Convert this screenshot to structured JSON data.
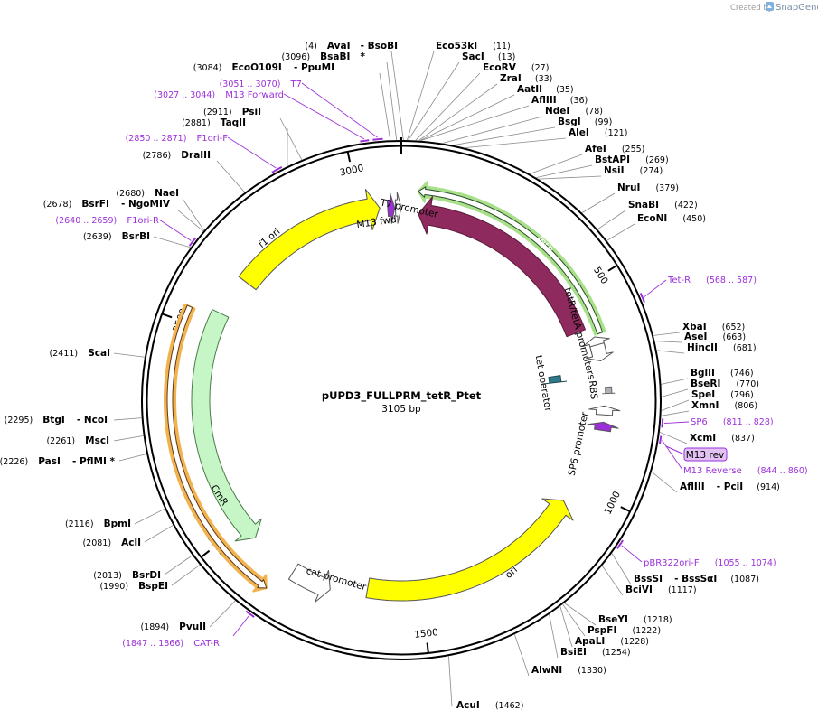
{
  "header": {
    "credit_text": "Created by",
    "brand": "SnapGene"
  },
  "plasmid": {
    "name": "pUPD3_FULLPRM_tetR_Ptet",
    "length_label": "3105 bp",
    "total_bp": 3105
  },
  "ticks": [
    "500",
    "1000",
    "1500",
    "2000",
    "2500",
    "3000"
  ],
  "enzymes": [
    {
      "name": "AvaI",
      "pos": "(4)",
      "extra": "- BsoBI"
    },
    {
      "name": "BsaBI",
      "pos": "(3096)",
      "extra": "*"
    },
    {
      "name": "EcoO109I",
      "pos": "(3084)",
      "extra": "- PpuMI"
    },
    {
      "name": "PsiI",
      "pos": "(2911)",
      "extra": ""
    },
    {
      "name": "TaqII",
      "pos": "(2881)",
      "extra": ""
    },
    {
      "name": "DraIII",
      "pos": "(2786)",
      "extra": ""
    },
    {
      "name": "NaeI",
      "pos": "(2680)",
      "extra": ""
    },
    {
      "name": "BsrFI",
      "pos": "(2678)",
      "extra": "- NgoMIV"
    },
    {
      "name": "BsrBI",
      "pos": "(2639)",
      "extra": ""
    },
    {
      "name": "ScaI",
      "pos": "(2411)",
      "extra": ""
    },
    {
      "name": "BtgI",
      "pos": "(2295)",
      "extra": "- NcoI"
    },
    {
      "name": "MscI",
      "pos": "(2261)",
      "extra": ""
    },
    {
      "name": "PasI",
      "pos": "(2226)",
      "extra": "- PflMI *"
    },
    {
      "name": "BpmI",
      "pos": "(2116)",
      "extra": ""
    },
    {
      "name": "AclI",
      "pos": "(2081)",
      "extra": ""
    },
    {
      "name": "BsrDI",
      "pos": "(2013)",
      "extra": ""
    },
    {
      "name": "BspEI",
      "pos": "(1990)",
      "extra": ""
    },
    {
      "name": "PvuII",
      "pos": "(1894)",
      "extra": ""
    },
    {
      "name": "Eco53kI",
      "pos": "(11)",
      "extra": ""
    },
    {
      "name": "SacI",
      "pos": "(13)",
      "extra": ""
    },
    {
      "name": "EcoRV",
      "pos": "(27)",
      "extra": ""
    },
    {
      "name": "ZraI",
      "pos": "(33)",
      "extra": ""
    },
    {
      "name": "AatII",
      "pos": "(35)",
      "extra": ""
    },
    {
      "name": "AflIII",
      "pos": "(36)",
      "extra": ""
    },
    {
      "name": "NdeI",
      "pos": "(78)",
      "extra": ""
    },
    {
      "name": "BsgI",
      "pos": "(99)",
      "extra": ""
    },
    {
      "name": "AleI",
      "pos": "(121)",
      "extra": ""
    },
    {
      "name": "AfeI",
      "pos": "(255)",
      "extra": ""
    },
    {
      "name": "BstAPI",
      "pos": "(269)",
      "extra": ""
    },
    {
      "name": "NsiI",
      "pos": "(274)",
      "extra": ""
    },
    {
      "name": "NruI",
      "pos": "(379)",
      "extra": ""
    },
    {
      "name": "SnaBI",
      "pos": "(422)",
      "extra": ""
    },
    {
      "name": "EcoNI",
      "pos": "(450)",
      "extra": ""
    },
    {
      "name": "XbaI",
      "pos": "(652)",
      "extra": ""
    },
    {
      "name": "AseI",
      "pos": "(663)",
      "extra": ""
    },
    {
      "name": "HincII",
      "pos": "(681)",
      "extra": ""
    },
    {
      "name": "BglII",
      "pos": "(746)",
      "extra": ""
    },
    {
      "name": "BseRI",
      "pos": "(770)",
      "extra": ""
    },
    {
      "name": "SpeI",
      "pos": "(796)",
      "extra": ""
    },
    {
      "name": "XmnI",
      "pos": "(806)",
      "extra": ""
    },
    {
      "name": "XcmI",
      "pos": "(837)",
      "extra": ""
    },
    {
      "name": "AflIII",
      "pos": "(914)",
      "extra": "- PciI"
    },
    {
      "name": "BssSI",
      "pos": "(1087)",
      "extra": "- BssSαI"
    },
    {
      "name": "BciVI",
      "pos": "(1117)",
      "extra": ""
    },
    {
      "name": "BseYI",
      "pos": "(1218)",
      "extra": ""
    },
    {
      "name": "PspFI",
      "pos": "(1222)",
      "extra": ""
    },
    {
      "name": "ApaLI",
      "pos": "(1228)",
      "extra": ""
    },
    {
      "name": "BsiEI",
      "pos": "(1254)",
      "extra": ""
    },
    {
      "name": "AlwNI",
      "pos": "(1330)",
      "extra": ""
    },
    {
      "name": "AcuI",
      "pos": "(1462)",
      "extra": ""
    }
  ],
  "primers": [
    {
      "name": "T7",
      "pos": "(3051 .. 3070)"
    },
    {
      "name": "M13 Forward",
      "pos": "(3027 .. 3044)"
    },
    {
      "name": "F1ori-F",
      "pos": "(2850 .. 2871)"
    },
    {
      "name": "F1ori-R",
      "pos": "(2640 .. 2659)"
    },
    {
      "name": "CAT-R",
      "pos": "(1847 .. 1866)"
    },
    {
      "name": "Tet-R",
      "pos": "(568 .. 587)"
    },
    {
      "name": "SP6",
      "pos": "(811 .. 828)"
    },
    {
      "name": "M13 Reverse",
      "pos": "(844 .. 860)"
    },
    {
      "name": "pBR322ori-F",
      "pos": "(1055 .. 1074)"
    }
  ],
  "m13rev_box": "M13 rev",
  "features": {
    "tetr": "TetR",
    "tetr_promoter": "tetR/tetA promoters",
    "tet_operator": "tet operator",
    "rbs": "RBS",
    "sp6_promoter": "SP6 promoter",
    "ori": "ori",
    "cat_promoter": "cat promoter",
    "cmr": "CmR",
    "f1_ori": "f1 ori",
    "m13_fwd": "M13 fwd",
    "t7_promoter": "T7 promoter"
  },
  "colors": {
    "backbone": "#000000",
    "tetr": "#8e2a5e",
    "tetr_highlight": "#a8e08a",
    "ori": "#ffff00",
    "f1_ori": "#ffff00",
    "cmr": "#c6f5c6",
    "cmr_highlight": "#f2b24e",
    "primer": "#9b30d9",
    "tet_operator": "#2e7a8a",
    "rbs": "#aab2b8",
    "promoter": "#ffffff"
  }
}
